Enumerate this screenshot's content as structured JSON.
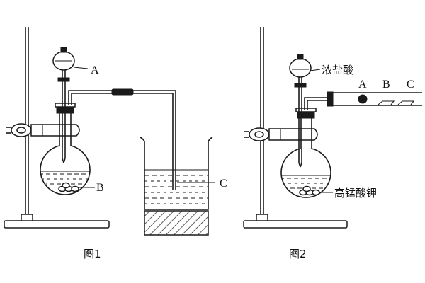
{
  "figure1": {
    "caption": "图1",
    "label_a": "A",
    "label_b": "B",
    "label_c": "C"
  },
  "figure2": {
    "caption": "图2",
    "label_a": "A",
    "label_b": "B",
    "label_c": "C",
    "funnel_reagent": "浓盐酸",
    "flask_reagent": "高锰酸钾"
  }
}
